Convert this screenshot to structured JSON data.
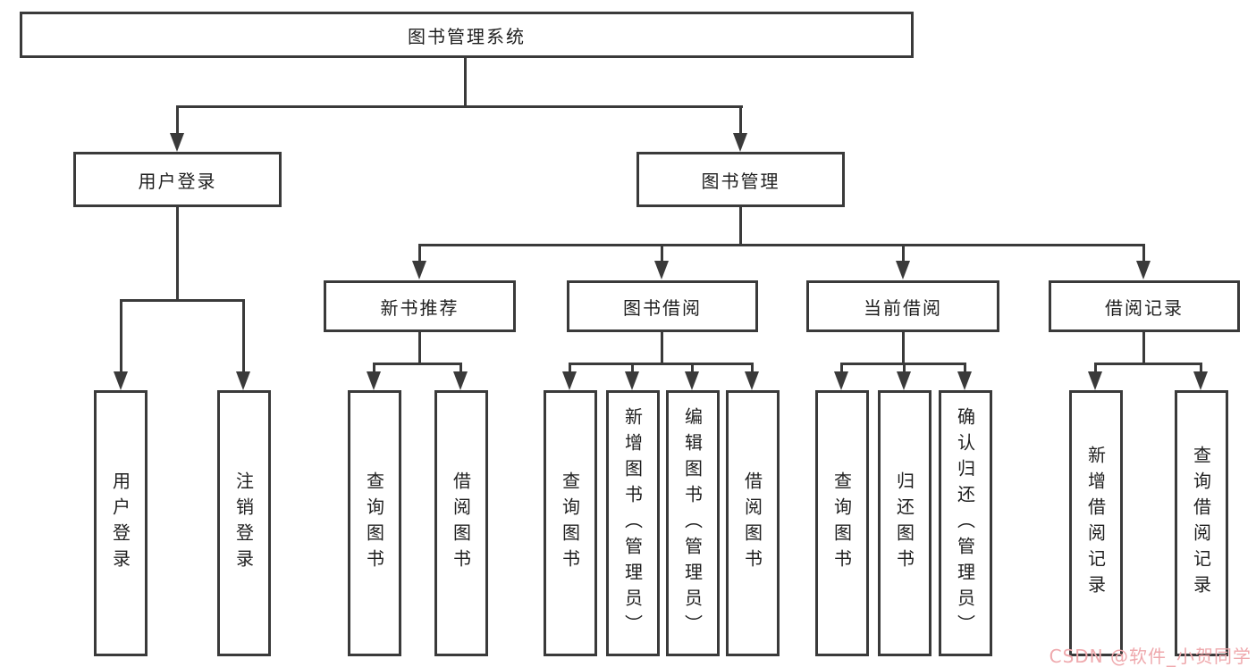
{
  "diagram": {
    "type": "hierarchy-tree",
    "language": "zh-CN",
    "tree": {
      "label": "图书管理系统",
      "children": [
        {
          "label": "用户登录",
          "children": [
            {
              "label": "用户登录"
            },
            {
              "label": "注销登录"
            }
          ]
        },
        {
          "label": "图书管理",
          "children": [
            {
              "label": "新书推荐",
              "children": [
                {
                  "label": "查询图书"
                },
                {
                  "label": "借阅图书"
                }
              ]
            },
            {
              "label": "图书借阅",
              "children": [
                {
                  "label": "查询图书"
                },
                {
                  "label": "新增图书（管理员）"
                },
                {
                  "label": "编辑图书（管理员）"
                },
                {
                  "label": "借阅图书"
                }
              ]
            },
            {
              "label": "当前借阅",
              "children": [
                {
                  "label": "查询图书"
                },
                {
                  "label": "归还图书"
                },
                {
                  "label": "确认归还（管理员）"
                }
              ]
            },
            {
              "label": "借阅记录",
              "children": [
                {
                  "label": "新增借阅记录"
                },
                {
                  "label": "查询借阅记录"
                }
              ]
            }
          ]
        }
      ]
    },
    "colors": {
      "background": "#ffffff",
      "line": "#3a3a3a",
      "box_border": "#3a3a3a",
      "text": "#1f1f1f",
      "watermark": "#efa9ad"
    }
  },
  "watermark": {
    "text": "CSDN @软件_小贺同学"
  }
}
